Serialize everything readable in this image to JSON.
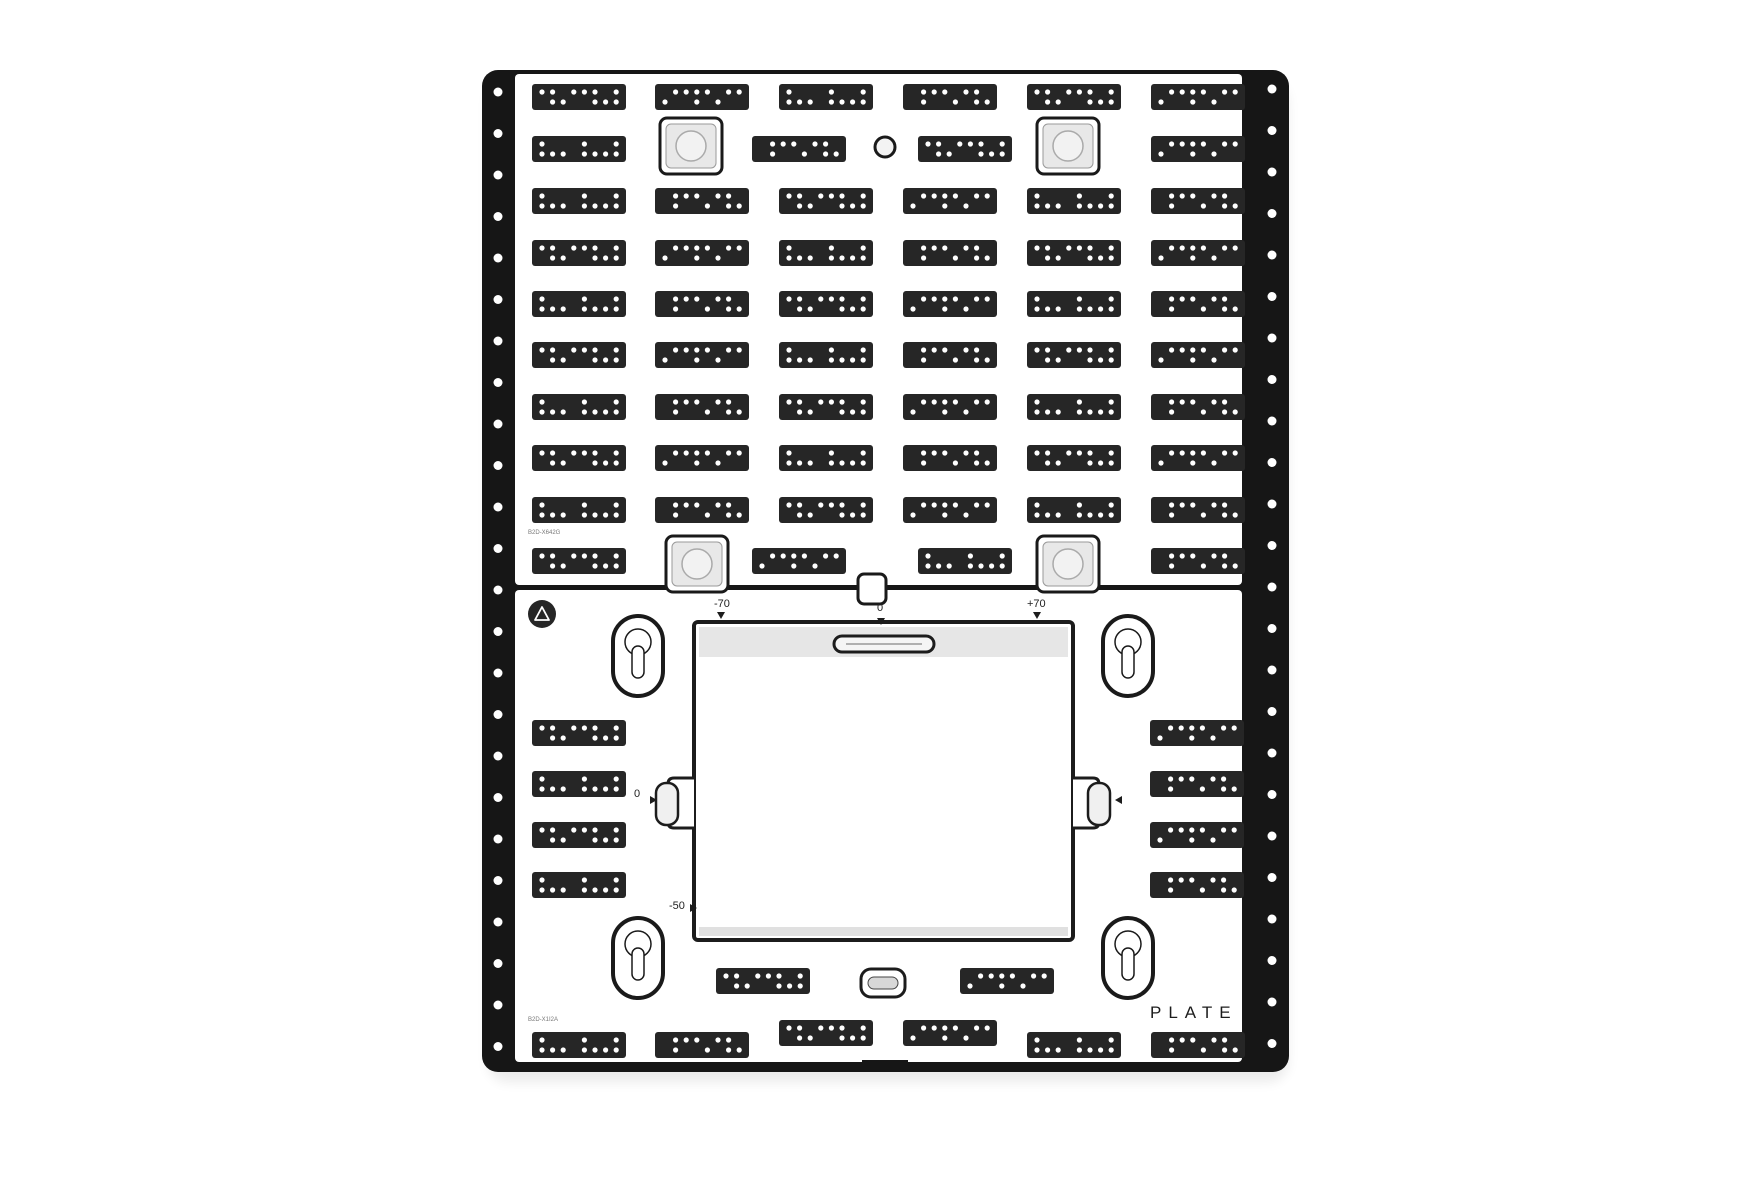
{
  "product": {
    "brand": "PLATE",
    "part_code_top": "B2D-X642G",
    "part_code_bottom": "B2D-X1I2A"
  },
  "scale": {
    "top_left": "-70",
    "top_center": "0",
    "top_right": "+70",
    "left_middle": "0",
    "left_bottom": "-50"
  },
  "colors": {
    "background": "#ffffff",
    "frame": "#161616",
    "plate": "#ffffff",
    "tile": "#262626",
    "tile_dot": "#ffffff",
    "cutout_frame": "#cfcfcf"
  },
  "icons": {
    "warning": "triangle-warning-icon",
    "level": "bubble-level-icon"
  }
}
